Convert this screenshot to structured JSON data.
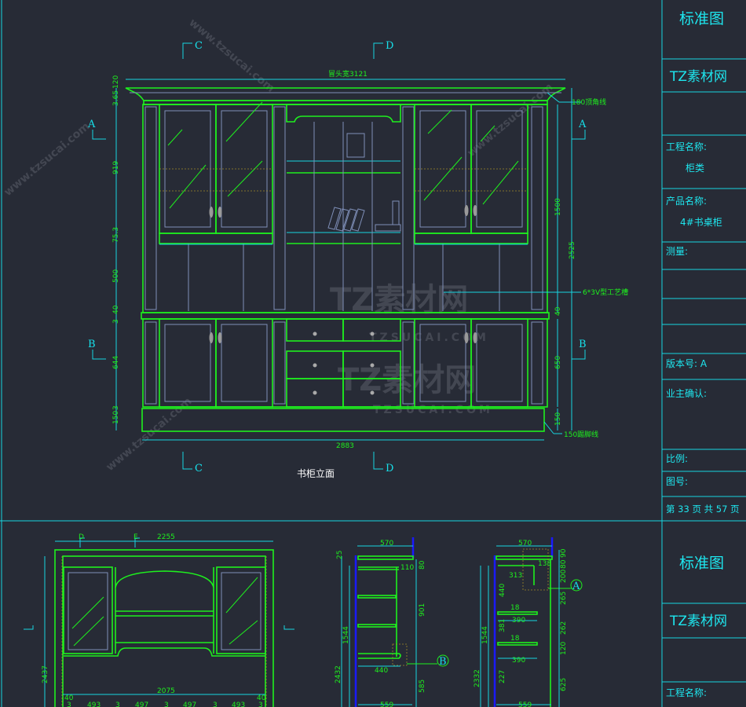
{
  "title_block_top": {
    "standard": "标准图",
    "brand": "TZ素材网",
    "project_label": "工程名称:",
    "project_value": "柜类",
    "product_label": "产品名称:",
    "product_value": "4#书桌柜",
    "measure_label": "测量:",
    "version_label": "版本号: A",
    "owner_label": "业主确认:",
    "scale_label": "比例:",
    "drawing_no_label": "图号:",
    "page_label": "第 33 页 共 57 页"
  },
  "title_block_bottom": {
    "standard": "标准图",
    "brand": "TZ素材网",
    "project_label": "工程名称:"
  },
  "elevation": {
    "title": "书柜立面",
    "top_width": "冒头宽3121",
    "bottom_width": "2883",
    "crown_note": "180顶角线",
    "base_note": "150踢脚线",
    "groove_note": "6*3V型工艺槽",
    "left_dims": [
      "120",
      "3.65",
      "919",
      "75.3",
      "500",
      "40",
      "3",
      "644",
      "3",
      "150"
    ],
    "right_dims": [
      "1500",
      "2525",
      "40",
      "650",
      "150"
    ],
    "section_marks": {
      "c": "C",
      "d": "D",
      "a": "A",
      "b": "B"
    }
  },
  "desk_elevation": {
    "width": "2255",
    "inner_width": "2075",
    "height": "2437",
    "marks": [
      "D",
      "E"
    ],
    "bottom_dims": [
      "40",
      "3",
      "493",
      "3",
      "497",
      "3",
      "497",
      "3",
      "493",
      "3",
      "40"
    ]
  },
  "side_section_1": {
    "width": "570",
    "depth": "559",
    "shelf": "440",
    "overhang": "110",
    "dims": [
      "1544",
      "2432",
      "901",
      "585",
      "80",
      "25"
    ],
    "callout": "B"
  },
  "side_section_2": {
    "width": "570",
    "depth": "559",
    "shelf1": "390",
    "shelf2": "390",
    "dims": [
      "1544",
      "2332",
      "138",
      "313",
      "440",
      "381",
      "227",
      "18",
      "18",
      "90",
      "80",
      "200",
      "265",
      "262",
      "120",
      "625"
    ],
    "callout": "A"
  },
  "watermark": {
    "brand": "TZ素材网",
    "url": "TZSUCAI.COM",
    "diag": "www.tzsucai.com"
  },
  "colors": {
    "background": "#272b36",
    "frame": "#17d6e0",
    "line": "#1ef01e"
  }
}
